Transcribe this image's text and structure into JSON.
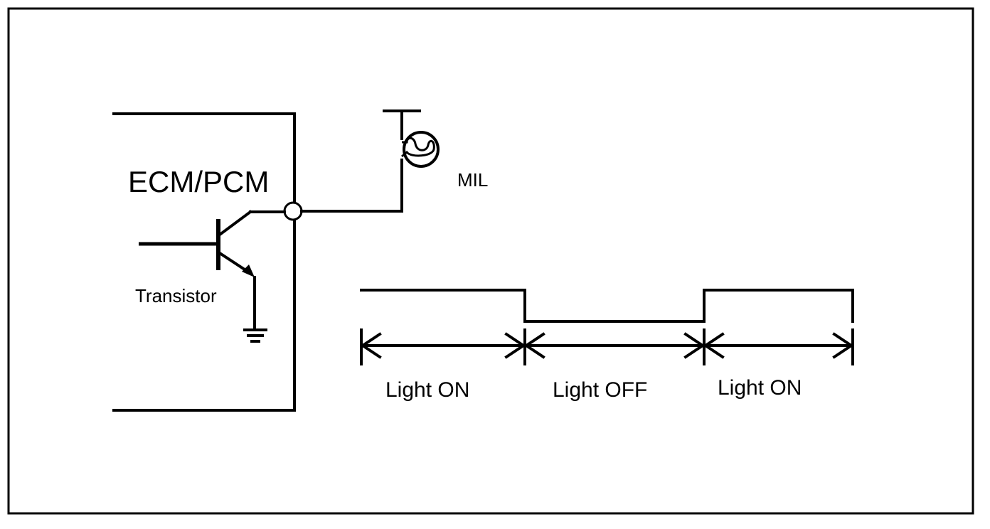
{
  "labels": {
    "module": "ECM/PCM",
    "lamp": "MIL",
    "transistor": "Transistor",
    "segments": [
      "Light ON",
      "Light OFF",
      "Light ON"
    ]
  },
  "colors": {
    "line": "#000000",
    "background": "#ffffff"
  },
  "waveform": {
    "levels": [
      "high",
      "low",
      "high"
    ]
  }
}
